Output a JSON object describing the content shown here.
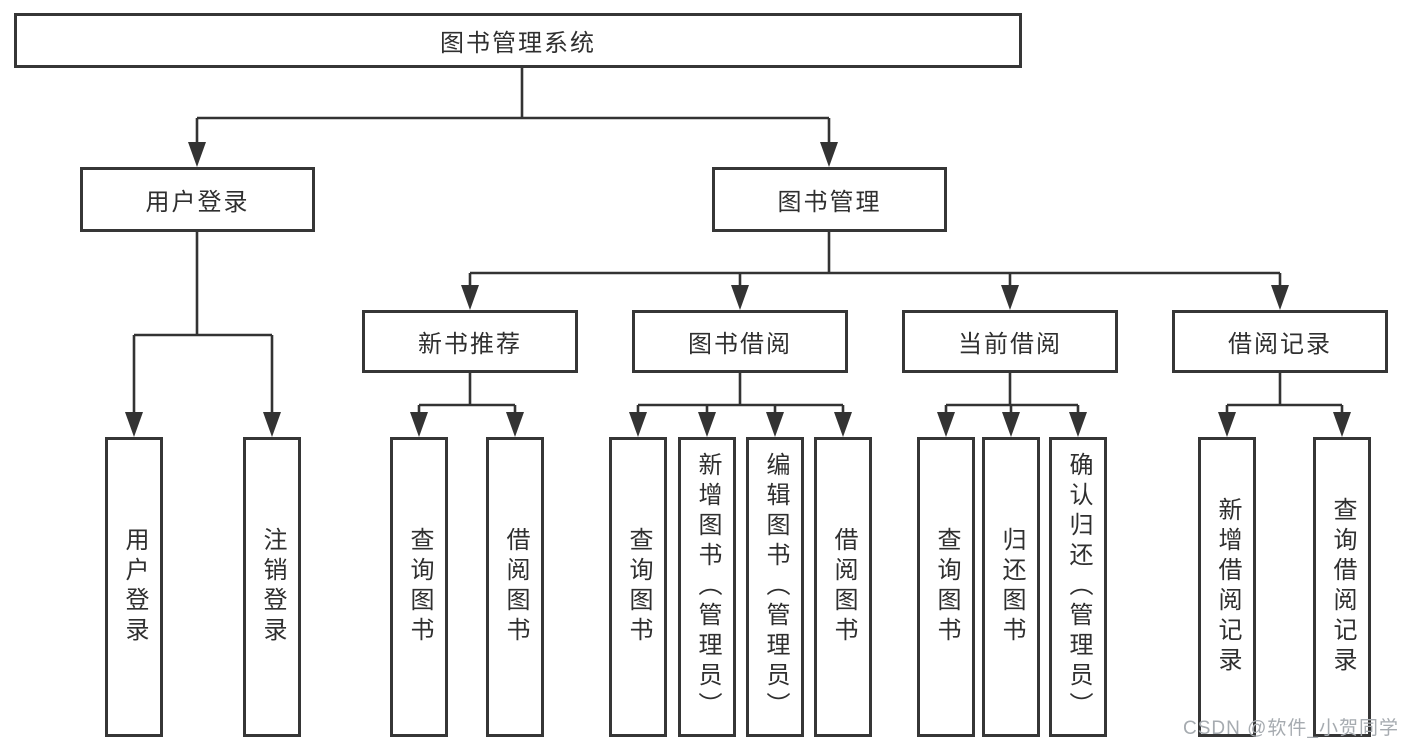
{
  "watermark": "CSDN @软件_小贺同学",
  "colors": {
    "line": "#333333",
    "box_border": "#363636",
    "text": "#2f2f2f",
    "watermark": "#a6abb0",
    "background": "#ffffff"
  },
  "tree": {
    "root": {
      "label": "图书管理系统"
    },
    "branches": [
      {
        "label": "用户登录",
        "children": [
          {
            "label": "用户登录"
          },
          {
            "label": "注销登录"
          }
        ]
      },
      {
        "label": "图书管理",
        "children": [
          {
            "label": "新书推荐",
            "children": [
              {
                "label": "查询图书"
              },
              {
                "label": "借阅图书"
              }
            ]
          },
          {
            "label": "图书借阅",
            "children": [
              {
                "label": "查询图书"
              },
              {
                "label": "新增图书（管理员）"
              },
              {
                "label": "编辑图书（管理员）"
              },
              {
                "label": "借阅图书"
              }
            ]
          },
          {
            "label": "当前借阅",
            "children": [
              {
                "label": "查询图书"
              },
              {
                "label": "归还图书"
              },
              {
                "label": "确认归还（管理员）"
              }
            ]
          },
          {
            "label": "借阅记录",
            "children": [
              {
                "label": "新增借阅记录"
              },
              {
                "label": "查询借阅记录"
              }
            ]
          }
        ]
      }
    ]
  }
}
